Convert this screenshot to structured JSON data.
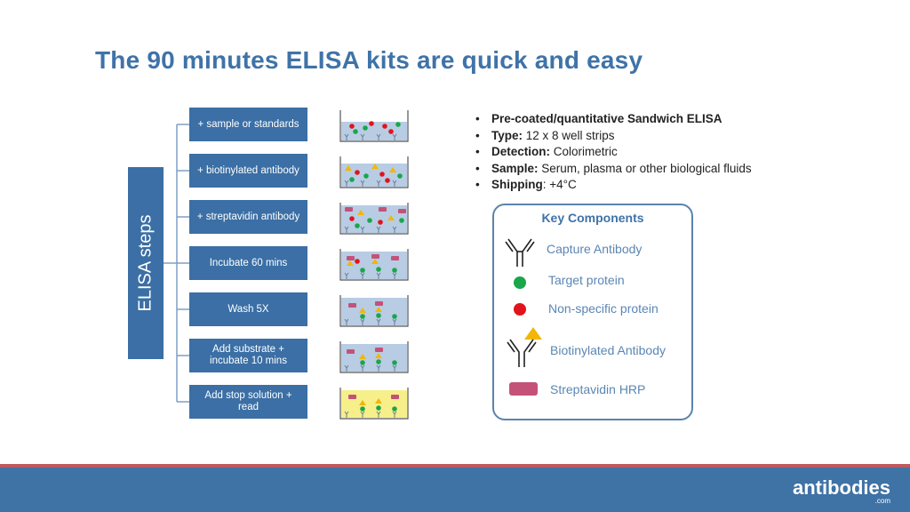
{
  "title": "The 90 minutes ELISA kits are quick and easy",
  "vertical_label": "ELISA steps",
  "steps": [
    {
      "label": "+ sample or standards"
    },
    {
      "label": "+ biotinylated antibody"
    },
    {
      "label": "+ streptavidin antibody"
    },
    {
      "label": "Incubate 60 mins"
    },
    {
      "label": "Wash 5X"
    },
    {
      "label": "Add substrate +\nincubate 10 mins"
    },
    {
      "label": "Add stop solution  +\nread"
    }
  ],
  "bullets": [
    {
      "bold": "Pre-coated/quantitative Sandwich ELISA",
      "text": ""
    },
    {
      "bold": "Type:",
      "text": " 12 x 8 well strips"
    },
    {
      "bold": "Detection:",
      "text": " Colorimetric"
    },
    {
      "bold": "Sample:",
      "text": " Serum, plasma or other biological fluids"
    },
    {
      "bold": "Shipping",
      "text": ": +4°C"
    }
  ],
  "key_components": {
    "title": "Key Components",
    "items": [
      {
        "label": "Capture Antibody",
        "icon": "capture-antibody-icon"
      },
      {
        "label": "Target protein",
        "icon": "green-dot-icon"
      },
      {
        "label": "Non-specific protein",
        "icon": "red-dot-icon"
      },
      {
        "label": "Biotinylated Antibody",
        "icon": "biotinylated-antibody-icon"
      },
      {
        "label": "Streptavidin HRP",
        "icon": "streptavidin-hrp-icon"
      }
    ]
  },
  "colors": {
    "primary_blue": "#3b6fa5",
    "target_green": "#1aa64a",
    "nonspecific_red": "#e0141c",
    "biotin_yellow": "#f2b705",
    "hrp_pink": "#c45278",
    "well_fill": "#b8cce4",
    "read_fill": "#f7ef8a",
    "accent_red": "#c0595e"
  },
  "footer": {
    "logo": "antibodies",
    "logo_sub": ".com"
  }
}
